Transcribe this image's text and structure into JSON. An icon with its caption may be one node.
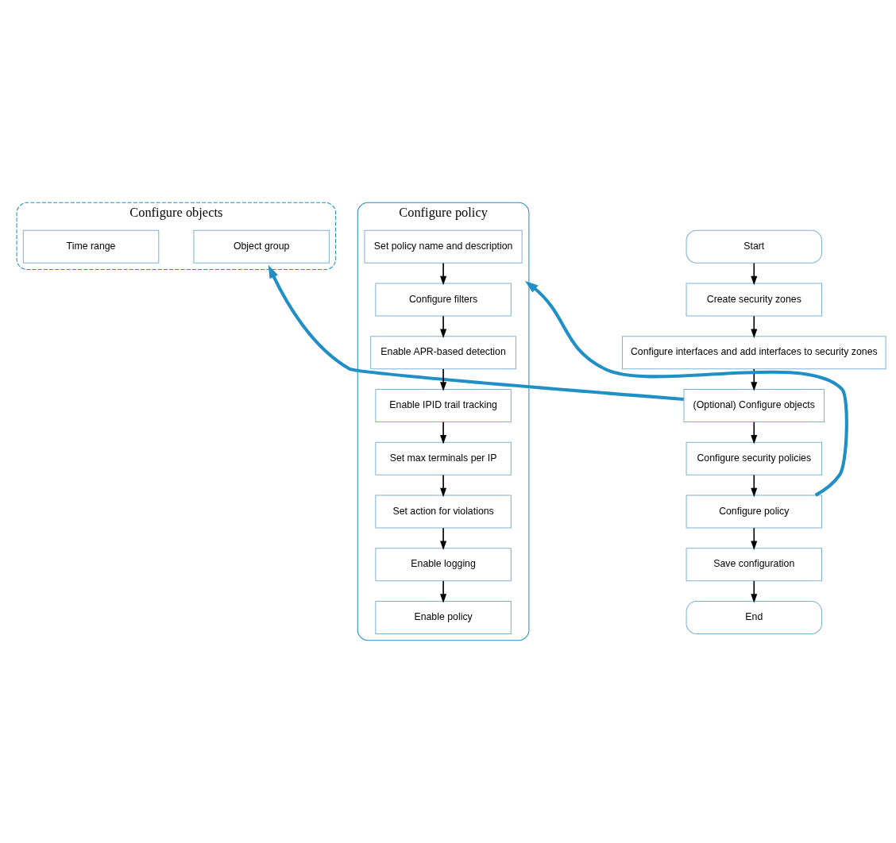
{
  "diagram": {
    "nodes": [
      {
        "text": [
          "Configure objects"
        ]
      },
      {
        "text": [
          "Object group"
        ],
        "in": 0
      },
      {
        "text": [
          "Time range"
        ],
        "in": 0
      },
      {
        "text": [
          "Start"
        ]
      },
      {
        "text": [
          "Create security zones"
        ]
      },
      {
        "text": [
          "Configure interfaces and add interfaces to security zones"
        ]
      },
      {
        "text": [
          "(Optional) Configure objects"
        ]
      },
      {
        "text": [
          "Configure security policies"
        ]
      },
      {
        "text": [
          "Configure policy"
        ]
      },
      {
        "text": [
          "Save configuration"
        ]
      },
      {
        "text": [
          "End"
        ]
      },
      {
        "text": [
          "Configure policy"
        ]
      },
      {
        "text": [
          "Set policy name and description"
        ],
        "in": 11
      },
      {
        "text": [
          "Configure filters"
        ],
        "in": 11
      },
      {
        "text": [
          "Enable APR-based detection"
        ],
        "in": 11
      },
      {
        "text": [
          "Enable IPID trail tracking"
        ],
        "in": 11
      },
      {
        "text": [
          "Set max terminals per IP"
        ],
        "in": 11
      },
      {
        "text": [
          "Set action for violations"
        ],
        "in": 11
      },
      {
        "text": [
          "Enable logging"
        ],
        "in": 11
      },
      {
        "text": [
          "Enable policy"
        ],
        "in": 11
      }
    ],
    "edges": [
      {
        "from": 3,
        "to": 4,
        "arrow": "to"
      },
      {
        "from": 4,
        "to": 5,
        "arrow": "to"
      },
      {
        "from": 5,
        "to": 6,
        "arrow": "to"
      },
      {
        "from": 6,
        "to": 7,
        "arrow": "to"
      },
      {
        "from": 7,
        "to": 8,
        "arrow": "to"
      },
      {
        "from": 8,
        "to": 9,
        "arrow": "to"
      },
      {
        "from": 9,
        "to": 10,
        "arrow": "to"
      },
      {
        "from": 6,
        "to": 0,
        "arrow": "to",
        "style": "thick",
        "color": "#1f8fc6"
      },
      {
        "from": 8,
        "to": 11,
        "arrow": "to",
        "style": "thick",
        "color": "#1f8fc6"
      },
      {
        "from": 12,
        "to": 13,
        "arrow": "to"
      },
      {
        "from": 13,
        "to": 14,
        "arrow": "to"
      },
      {
        "from": 14,
        "to": 15,
        "arrow": "to"
      },
      {
        "from": 15,
        "to": 16,
        "arrow": "to"
      },
      {
        "from": 16,
        "to": 17,
        "arrow": "to"
      },
      {
        "from": 17,
        "to": 18,
        "arrow": "to"
      },
      {
        "from": 18,
        "to": 19,
        "arrow": "to"
      }
    ]
  }
}
